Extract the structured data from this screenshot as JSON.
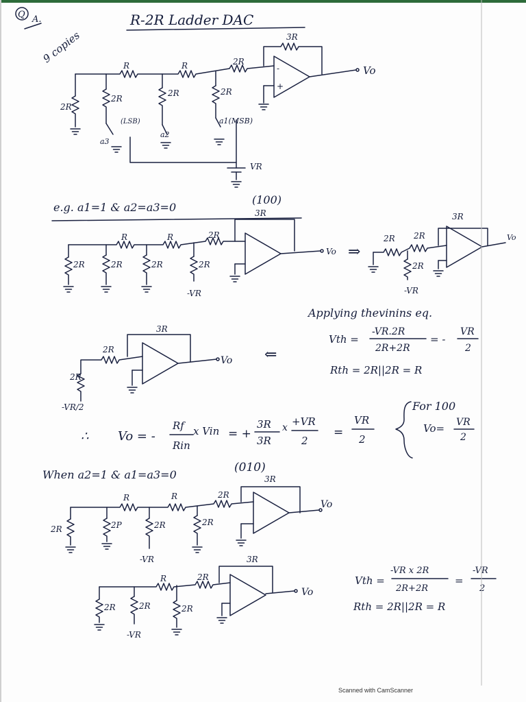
{
  "header": {
    "question_mark": "Q",
    "sub_mark": "A.",
    "side_note": "9 copies",
    "title": "R-2R Ladder DAC"
  },
  "circuit1": {
    "r1": "R",
    "r2": "R",
    "r3": "2R",
    "rf": "3R",
    "shunt1": "2R",
    "shunt2": "2R",
    "shunt3": "2R",
    "shunt4": "2R",
    "lsb_label": "(LSB)",
    "msb_label": "a1(MSB)",
    "switch_a3": "a3",
    "switch_a2": "a2",
    "ref": "VR",
    "out": "Vo",
    "minus": "-",
    "plus": "+"
  },
  "example1": {
    "heading": "e.g. a1=1 & a2=a3=0",
    "code": "(100)",
    "labels": {
      "r1": "R",
      "r2": "R",
      "r3": "2R",
      "rf": "3R",
      "shunt": "2R",
      "neg_ref": "-VR",
      "out": "Vo"
    },
    "arrow": "⇒",
    "simplified": {
      "r_a": "2R",
      "r_b": "2R",
      "rf": "3R",
      "shunt": "2R",
      "neg_ref": "-VR",
      "out": "Vo"
    }
  },
  "thevenin": {
    "heading": "Applying thevinins eq.",
    "vth": "Vth =",
    "frac_num": "-VR.2R",
    "frac_den": "2R+2R",
    "eq_result": "= -",
    "res_num": "VR",
    "res_den": "2",
    "rth": "Rth = 2R||2R = R"
  },
  "equivalent1": {
    "rin": "2R",
    "rf": "3R",
    "rth": "2R",
    "source": "-VR/2",
    "out": "Vo",
    "back_arrow": "⇐"
  },
  "output1": {
    "therefore": "∴",
    "lhs": "Vo = -",
    "rf_num": "Rf",
    "times_vin": "x Vin",
    "rin_den": "Rin",
    "eq2": "= +",
    "num_3r": "3R",
    "den_3r": "3R",
    "times": "x",
    "vr_num": "+VR",
    "den_2": "2",
    "eq3": "=",
    "final_num": "VR",
    "final_den": "2"
  },
  "note_100": {
    "line1": "For 100",
    "line2_lhs": "Vo=",
    "line2_num": "VR",
    "line2_den": "2"
  },
  "example2": {
    "heading": "When a2=1 & a1=a3=0",
    "code": "(010)",
    "labels": {
      "r1": "R",
      "r2": "R",
      "r3": "2R",
      "rf": "3R",
      "shunt1": "2R",
      "shunt2": "2P",
      "shunt3": "2R",
      "shunt4": "2R",
      "neg_ref": "-VR",
      "out": "Vo"
    }
  },
  "reduced2": {
    "labels": {
      "r1": "R",
      "r2": "2R",
      "rf": "3R",
      "shunt1": "2R",
      "shunt2": "2R",
      "shunt3": "2R",
      "neg_ref": "-VR",
      "out": "Vo"
    },
    "vth": "Vth =",
    "frac_num": "-VR x 2R",
    "frac_den": "2R+2R",
    "eq": "=",
    "res_num": "-VR",
    "res_den": "2",
    "rth": "Rth = 2R||2R = R"
  },
  "footer": {
    "text": "Scanned with CamScanner"
  }
}
